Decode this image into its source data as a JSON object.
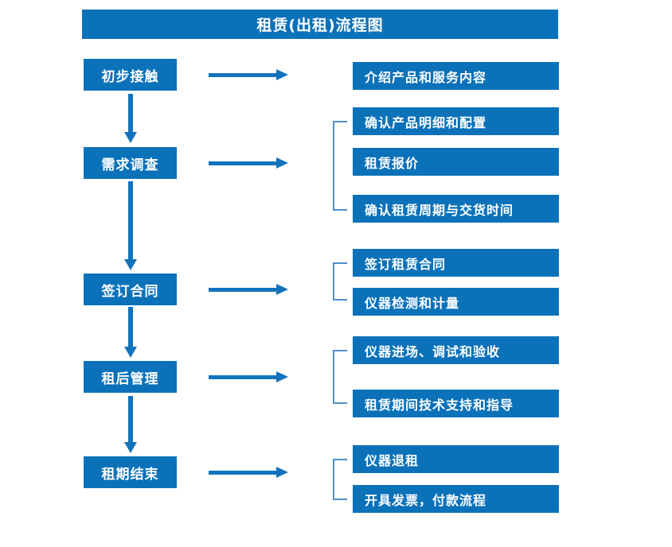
{
  "diagram": {
    "title": "租赁(出租)流程图",
    "accent_color": "#0b72ba",
    "arrow_color": "#1273bc",
    "bracket_color": "#4f8fd0",
    "text_color": "#ffffff",
    "background_color": "#ffffff"
  },
  "stages": [
    {
      "id": "stage-1",
      "label": "初步接触"
    },
    {
      "id": "stage-2",
      "label": "需求调查"
    },
    {
      "id": "stage-3",
      "label": "签订合同"
    },
    {
      "id": "stage-4",
      "label": "租后管理"
    },
    {
      "id": "stage-5",
      "label": "租期结束"
    }
  ],
  "details": [
    {
      "id": "detail-1-1",
      "stage": "初步接触",
      "label": "介绍产品和服务内容"
    },
    {
      "id": "detail-2-1",
      "stage": "需求调查",
      "label": "确认产品明细和配置"
    },
    {
      "id": "detail-2-2",
      "stage": "需求调查",
      "label": "租赁报价"
    },
    {
      "id": "detail-2-3",
      "stage": "需求调查",
      "label": "确认租赁周期与交货时间"
    },
    {
      "id": "detail-3-1",
      "stage": "签订合同",
      "label": "签订租赁合同"
    },
    {
      "id": "detail-3-2",
      "stage": "签订合同",
      "label": "仪器检测和计量"
    },
    {
      "id": "detail-4-1",
      "stage": "租后管理",
      "label": "仪器进场、调试和验收"
    },
    {
      "id": "detail-4-2",
      "stage": "租后管理",
      "label": "租赁期间技术支持和指导"
    },
    {
      "id": "detail-5-1",
      "stage": "租期结束",
      "label": "仪器退租"
    },
    {
      "id": "detail-5-2",
      "stage": "租期结束",
      "label": "开具发票，付款流程"
    }
  ],
  "chart_data": {
    "type": "flowchart",
    "title": "租赁(出租)流程图",
    "orientation": "vertical-with-side-details",
    "nodes": [
      {
        "level": "stage",
        "order": 1,
        "label": "初步接触",
        "details": [
          "介绍产品和服务内容"
        ]
      },
      {
        "level": "stage",
        "order": 2,
        "label": "需求调查",
        "details": [
          "确认产品明细和配置",
          "租赁报价",
          "确认租赁周期与交货时间"
        ]
      },
      {
        "level": "stage",
        "order": 3,
        "label": "签订合同",
        "details": [
          "签订租赁合同",
          "仪器检测和计量"
        ]
      },
      {
        "level": "stage",
        "order": 4,
        "label": "租后管理",
        "details": [
          "仪器进场、调试和验收",
          "租赁期间技术支持和指导"
        ]
      },
      {
        "level": "stage",
        "order": 5,
        "label": "租期结束",
        "details": [
          "仪器退租",
          "开具发票，付款流程"
        ]
      }
    ],
    "edges": [
      {
        "from": "初步接触",
        "to": "需求调查",
        "type": "vertical-arrow"
      },
      {
        "from": "需求调查",
        "to": "签订合同",
        "type": "vertical-arrow"
      },
      {
        "from": "签订合同",
        "to": "租后管理",
        "type": "vertical-arrow"
      },
      {
        "from": "租后管理",
        "to": "租期结束",
        "type": "vertical-arrow"
      },
      {
        "from": "初步接触",
        "to": "介绍产品和服务内容",
        "type": "horizontal-arrow"
      },
      {
        "from": "需求调查",
        "to": "需求调查明细组",
        "type": "horizontal-arrow"
      },
      {
        "from": "签订合同",
        "to": "签订合同明细组",
        "type": "horizontal-arrow"
      },
      {
        "from": "租后管理",
        "to": "租后管理明细组",
        "type": "horizontal-arrow"
      },
      {
        "from": "租期结束",
        "to": "租期结束明细组",
        "type": "horizontal-arrow"
      }
    ]
  }
}
